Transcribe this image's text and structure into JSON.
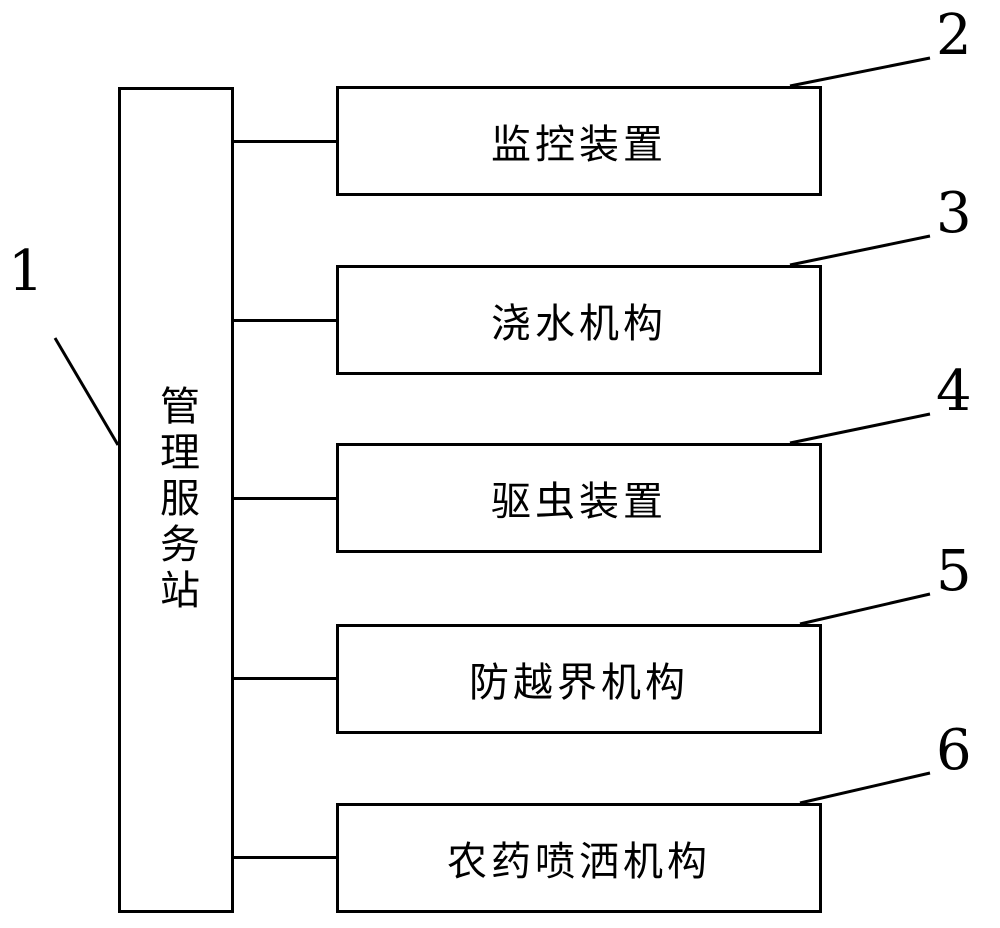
{
  "station": {
    "label": "管理服务站",
    "ref": "1"
  },
  "modules": [
    {
      "label": "监控装置",
      "ref": "2"
    },
    {
      "label": "浇水机构",
      "ref": "3"
    },
    {
      "label": "驱虫装置",
      "ref": "4"
    },
    {
      "label": "防越界机构",
      "ref": "5"
    },
    {
      "label": "农药喷洒机构",
      "ref": "6"
    }
  ]
}
